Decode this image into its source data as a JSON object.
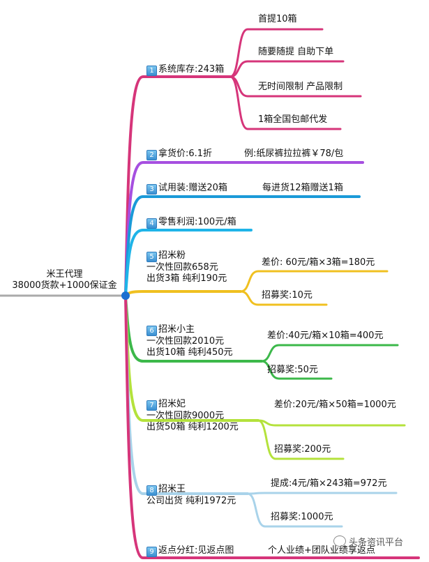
{
  "root": {
    "line1": "米王代理",
    "line2": "38000货款+1000保证金"
  },
  "branches": [
    {
      "num": "1",
      "title": "系统库存:243箱",
      "color": "#d6357a",
      "children": [
        "首提10箱",
        "随要随提 自助下单",
        "无时间限制 产品限制",
        "1箱全国包邮代发"
      ]
    },
    {
      "num": "2",
      "title": "拿货价:6.1折",
      "color": "#a64fe0",
      "note": "例:纸尿裤拉拉裤￥78/包"
    },
    {
      "num": "3",
      "title": "试用装:赠送20箱",
      "color": "#1a9ad8",
      "note": "每进货12箱赠送1箱"
    },
    {
      "num": "4",
      "title": "零售利润:100元/箱",
      "color": "#1fb4e8"
    },
    {
      "num": "5",
      "title": "招米粉",
      "color": "#f0c020",
      "sub": [
        "一次性回款658元",
        "出货3箱  纯利190元"
      ],
      "children": [
        "差价: 60元/箱×3箱=180元",
        "招募奖:10元"
      ]
    },
    {
      "num": "6",
      "title": "招米小主",
      "color": "#3cb84a",
      "sub": [
        "一次性回款2010元",
        "出货10箱  纯利450元"
      ],
      "children": [
        "差价:40元/箱×10箱=400元",
        "招募奖:50元"
      ]
    },
    {
      "num": "7",
      "title": "招米妃",
      "color": "#b4e23c",
      "sub": [
        "一次性回款9000元",
        "出货50箱  纯利1200元"
      ],
      "children": [
        "差价:20元/箱×50箱=1000元",
        "招募奖:200元"
      ]
    },
    {
      "num": "8",
      "title": "招米王",
      "color": "#a9d3ea",
      "sub": [
        "公司出货  纯利1972元"
      ],
      "children": [
        "提成:4元/箱×243箱=972元",
        "招募奖:1000元"
      ]
    },
    {
      "num": "9",
      "title": "返点分红:见返点图",
      "color": "#d6357a",
      "note": "个人业绩+团队业绩享返点"
    }
  ],
  "watermark": "头条资讯平台",
  "colors": {
    "root_line": "#aaaaaa",
    "node": "#1a6fd0"
  }
}
